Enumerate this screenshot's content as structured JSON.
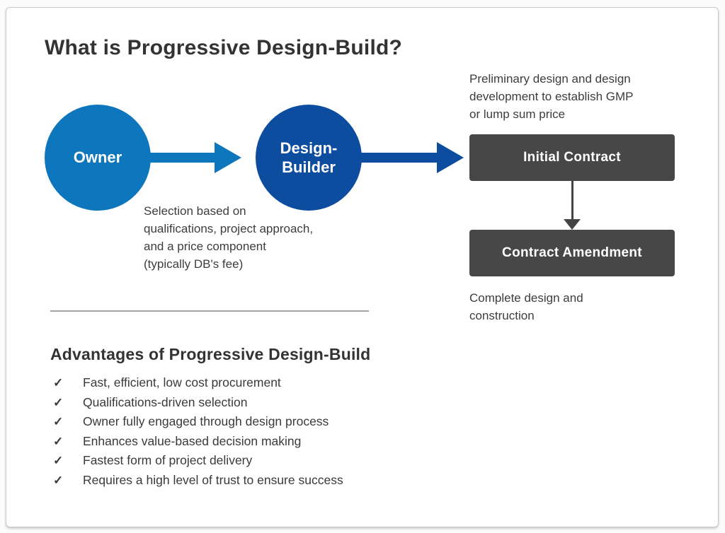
{
  "title": "What is Progressive Design-Build?",
  "diagram": {
    "owner_label": "Owner",
    "design_builder_label": "Design-\nBuilder",
    "selection_note": "Selection based on\nqualifications, project approach,\nand a price component\n(typically DB's fee)",
    "preliminary_note": "Preliminary design and design\ndevelopment to establish GMP\nor lump sum price",
    "initial_contract_label": "Initial Contract",
    "contract_amendment_label": "Contract Amendment",
    "complete_note": "Complete design and\nconstruction",
    "colors": {
      "owner_blue": "#0e76bc",
      "builder_blue": "#0d4da0",
      "box_gray": "#474747",
      "text_dark": "#3a3a3a"
    }
  },
  "advantages": {
    "heading": "Advantages of Progressive Design-Build",
    "check_glyph": "✓",
    "items": [
      "Fast, efficient, low cost procurement",
      "Qualifications-driven selection",
      "Owner fully engaged through design process",
      "Enhances value-based decision making",
      "Fastest form of project delivery",
      "Requires a high level of trust to ensure success"
    ]
  }
}
